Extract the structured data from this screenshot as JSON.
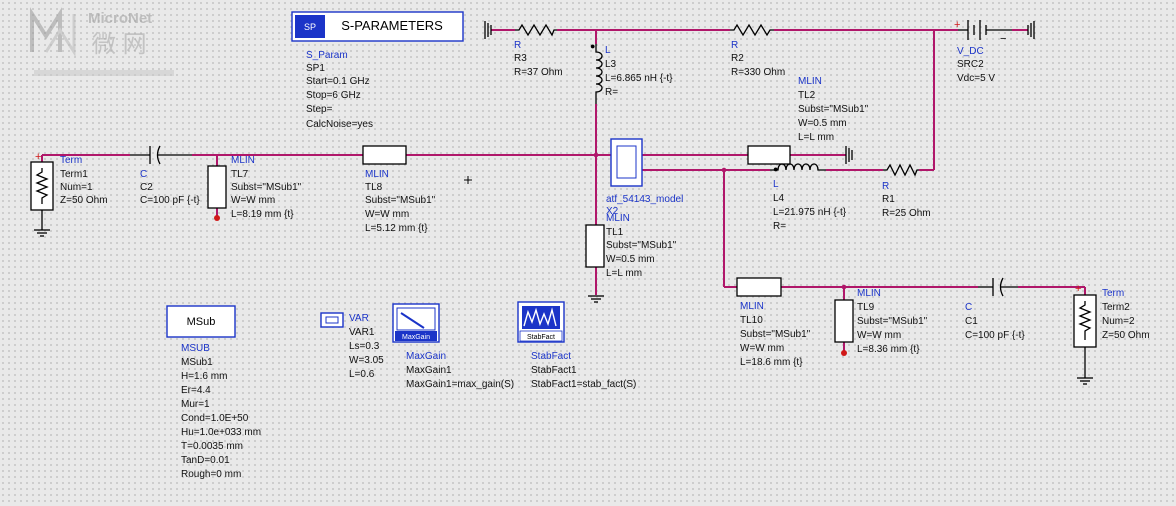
{
  "watermark": {
    "brand": "MicroNet",
    "cn": "微 网"
  },
  "sp": {
    "title": "S-PARAMETERS",
    "lines": [
      "S_Param",
      "SP1",
      "Start=0.1 GHz",
      "Stop=6 GHz",
      "Step=",
      "CalcNoise=yes"
    ]
  },
  "components": {
    "term1": [
      "Term",
      "Term1",
      "Num=1",
      "Z=50 Ohm"
    ],
    "c2": [
      "C",
      "C2",
      "C=100 pF {-t}"
    ],
    "tl7": [
      "MLIN",
      "TL7",
      "Subst=\"MSub1\"",
      "W=W mm",
      "L=8.19 mm {t}"
    ],
    "tl8": [
      "MLIN",
      "TL8",
      "Subst=\"MSub1\"",
      "W=W mm",
      "L=5.12 mm {t}"
    ],
    "r3": [
      "R",
      "R3",
      "R=37 Ohm"
    ],
    "l3": [
      "L",
      "L3",
      "L=6.865 nH {-t}",
      "R="
    ],
    "r2": [
      "R",
      "R2",
      "R=330 Ohm"
    ],
    "vdc": [
      "V_DC",
      "SRC2",
      "Vdc=5 V"
    ],
    "tl2": [
      "MLIN",
      "TL2",
      "Subst=\"MSub1\"",
      "W=0.5 mm",
      "L=L mm"
    ],
    "x1": [
      "atf_54143_model",
      "X2"
    ],
    "l4": [
      "L",
      "L4",
      "L=21.975 nH {-t}",
      "R="
    ],
    "r1": [
      "R",
      "R1",
      "R=25 Ohm"
    ],
    "tl1": [
      "MLIN",
      "TL1",
      "Subst=\"MSub1\"",
      "W=0.5 mm",
      "L=L mm"
    ],
    "tl10": [
      "MLIN",
      "TL10",
      "Subst=\"MSub1\"",
      "W=W mm",
      "L=18.6 mm {t}"
    ],
    "tl9": [
      "MLIN",
      "TL9",
      "Subst=\"MSub1\"",
      "W=W mm",
      "L=8.36 mm {t}"
    ],
    "c1": [
      "C",
      "C1",
      "C=100 pF {-t}"
    ],
    "term2": [
      "Term",
      "Term2",
      "Num=2",
      "Z=50 Ohm"
    ],
    "msub": {
      "box": "MSub",
      "lines": [
        "MSUB",
        "MSub1",
        "H=1.6 mm",
        "Er=4.4",
        "Mur=1",
        "Cond=1.0E+50",
        "Hu=1.0e+033 mm",
        "T=0.0035 mm",
        "TanD=0.01",
        "Rough=0 mm"
      ]
    },
    "var": [
      "VAR",
      "VAR1",
      "Ls=0.3",
      "W=3.05",
      "L=0.6"
    ],
    "maxgain": {
      "icon": "MaxGain",
      "lines": [
        "MaxGain",
        "MaxGain1",
        "MaxGain1=max_gain(S)"
      ]
    },
    "stabfact": {
      "icon": "StabFact",
      "lines": [
        "StabFact",
        "StabFact1",
        "StabFact1=stab_fact(S)"
      ]
    }
  },
  "colors": {
    "wire": "#b0176a",
    "label": "#1b34c8",
    "text": "#111111",
    "background": "#e9e9e9"
  }
}
